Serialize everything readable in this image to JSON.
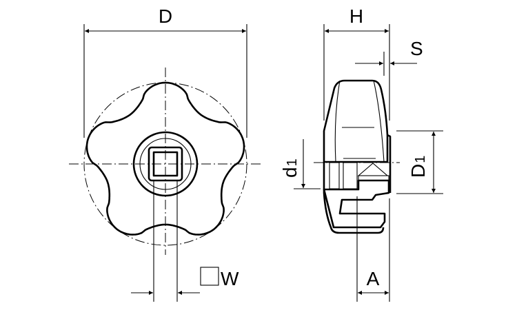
{
  "labels": {
    "D": "D",
    "H": "H",
    "S": "S",
    "d1_main": "d",
    "d1_sub": "1",
    "D1_main": "D",
    "D1_sub": "1",
    "W": "W",
    "A": "A"
  },
  "colors": {
    "line": "#000000",
    "background": "#ffffff"
  }
}
